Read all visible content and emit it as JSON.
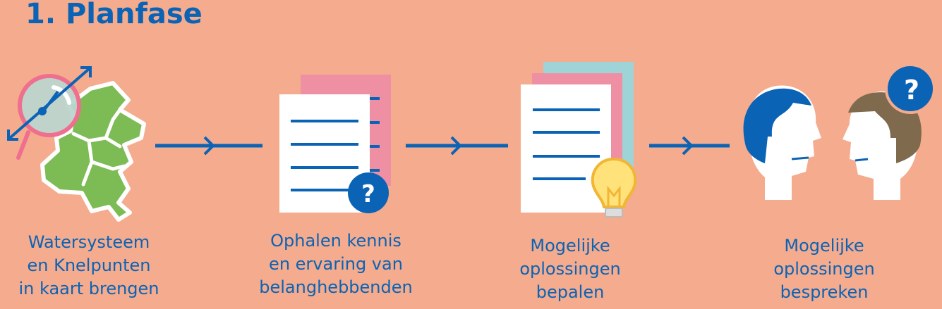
{
  "title": "1. Planfase",
  "steps": [
    {
      "lines": [
        "Watersysteem",
        "en Knelpunten",
        "in kaart brengen"
      ],
      "icon": "map-magnifier-icon"
    },
    {
      "lines": [
        "Ophalen kennis",
        "en ervaring van",
        "belanghebbenden"
      ],
      "icon": "documents-question-icon"
    },
    {
      "lines": [
        "Mogelijke",
        "oplossingen",
        "bepalen"
      ],
      "icon": "documents-lightbulb-icon"
    },
    {
      "lines": [
        "Mogelijke",
        "oplossingen",
        "bespreken"
      ],
      "icon": "people-discussion-icon"
    }
  ],
  "colors": {
    "background": "#f5ab8d",
    "blue": "#0a63b5",
    "green": "#7dbb55",
    "pink": "#ef8fa3",
    "teal": "#9ed3d8",
    "brown": "#7f6a4d",
    "bulb": "#ffe27a"
  }
}
